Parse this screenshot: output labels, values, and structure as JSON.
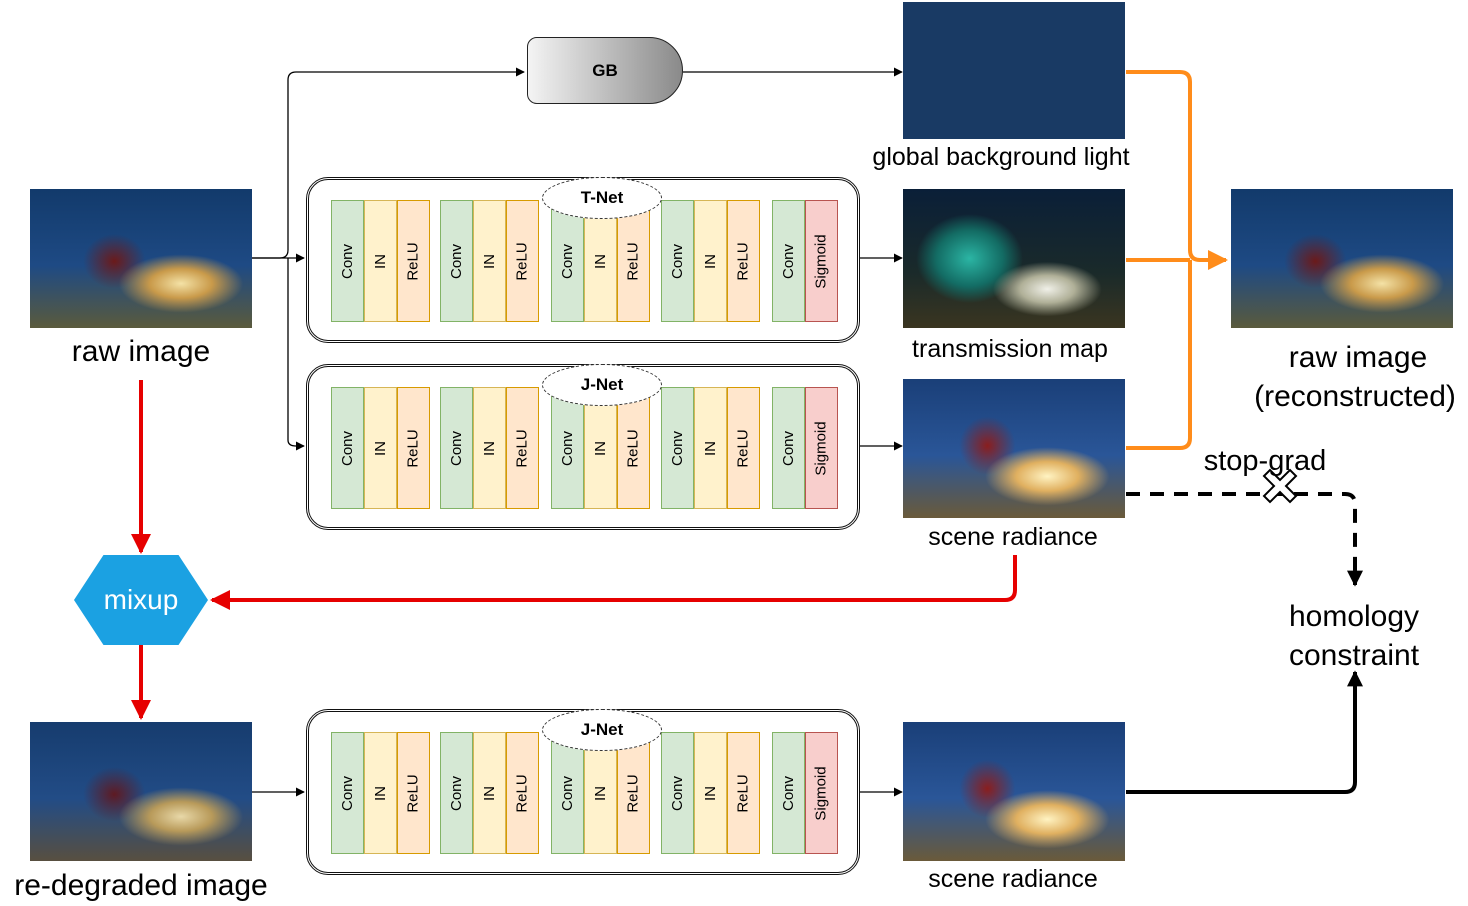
{
  "colors": {
    "orange": "#ff8c1a",
    "red": "#e60000",
    "black": "#000000",
    "blue_module": "#1ba1e2",
    "bg_light": "#193a64"
  },
  "labels": {
    "raw_image": "raw image",
    "re_degraded_image": "re-degraded image",
    "global_background_light": "global background light",
    "transmission_map": "transmission map",
    "scene_radiance_top": "scene radiance",
    "scene_radiance_bottom": "scene radiance",
    "raw_image_reconstructed_line1": "raw image",
    "raw_image_reconstructed_line2": "(reconstructed)",
    "stop_grad": "stop-grad",
    "homology_line1": "homology",
    "homology_line2": "constraint",
    "mixup": "mixup",
    "gb": "GB"
  },
  "networks": [
    {
      "name": "T-Net",
      "layers": [
        "Conv",
        "IN",
        "ReLU",
        "Conv",
        "IN",
        "ReLU",
        "Conv",
        "IN",
        "ReLU",
        "Conv",
        "IN",
        "ReLU",
        "Conv",
        "Sigmoid"
      ]
    },
    {
      "name": "J-Net",
      "layers": [
        "Conv",
        "IN",
        "ReLU",
        "Conv",
        "IN",
        "ReLU",
        "Conv",
        "IN",
        "ReLU",
        "Conv",
        "IN",
        "ReLU",
        "Conv",
        "Sigmoid"
      ]
    },
    {
      "name": "J-Net",
      "layers": [
        "Conv",
        "IN",
        "ReLU",
        "Conv",
        "IN",
        "ReLU",
        "Conv",
        "IN",
        "ReLU",
        "Conv",
        "IN",
        "ReLU",
        "Conv",
        "Sigmoid"
      ]
    }
  ]
}
